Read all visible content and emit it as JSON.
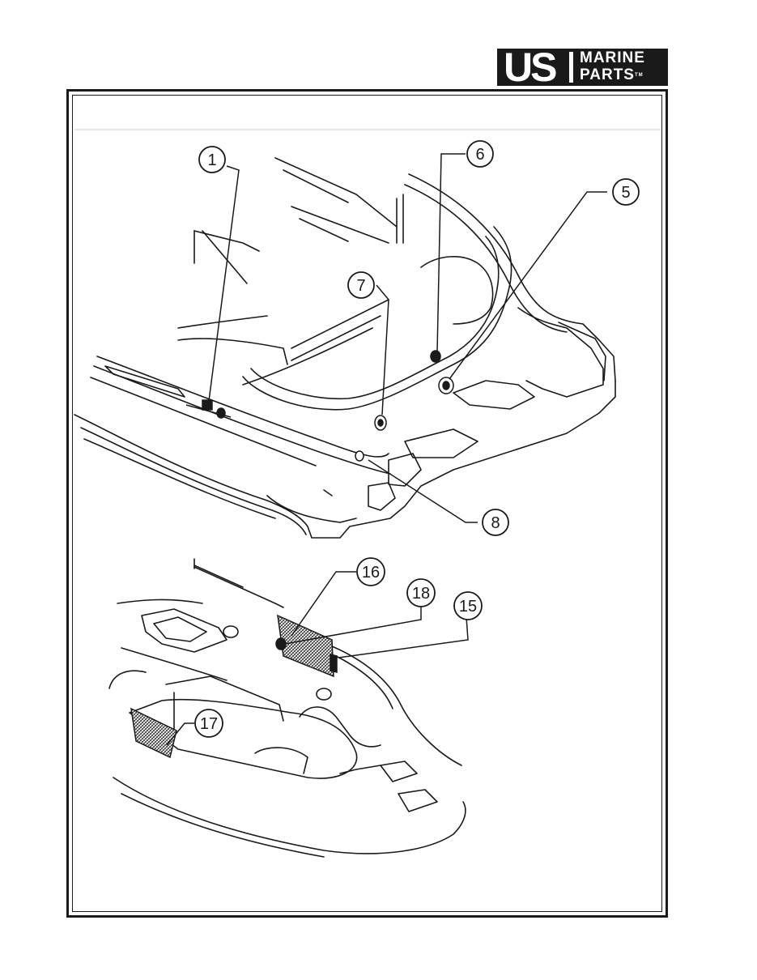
{
  "logo": {
    "us": "US",
    "marine": "MARINE",
    "parts": "PARTS",
    "tm": "TM"
  },
  "callouts": [
    {
      "id": "c1",
      "label": "1"
    },
    {
      "id": "c6",
      "label": "6"
    },
    {
      "id": "c5",
      "label": "5"
    },
    {
      "id": "c7",
      "label": "7"
    },
    {
      "id": "c8",
      "label": "8"
    },
    {
      "id": "c16",
      "label": "16"
    },
    {
      "id": "c18",
      "label": "18"
    },
    {
      "id": "c15",
      "label": "15"
    },
    {
      "id": "c17",
      "label": "17"
    }
  ],
  "colors": {
    "ink": "#1a1a1a",
    "paper": "#ffffff",
    "hatch": "#555555"
  }
}
